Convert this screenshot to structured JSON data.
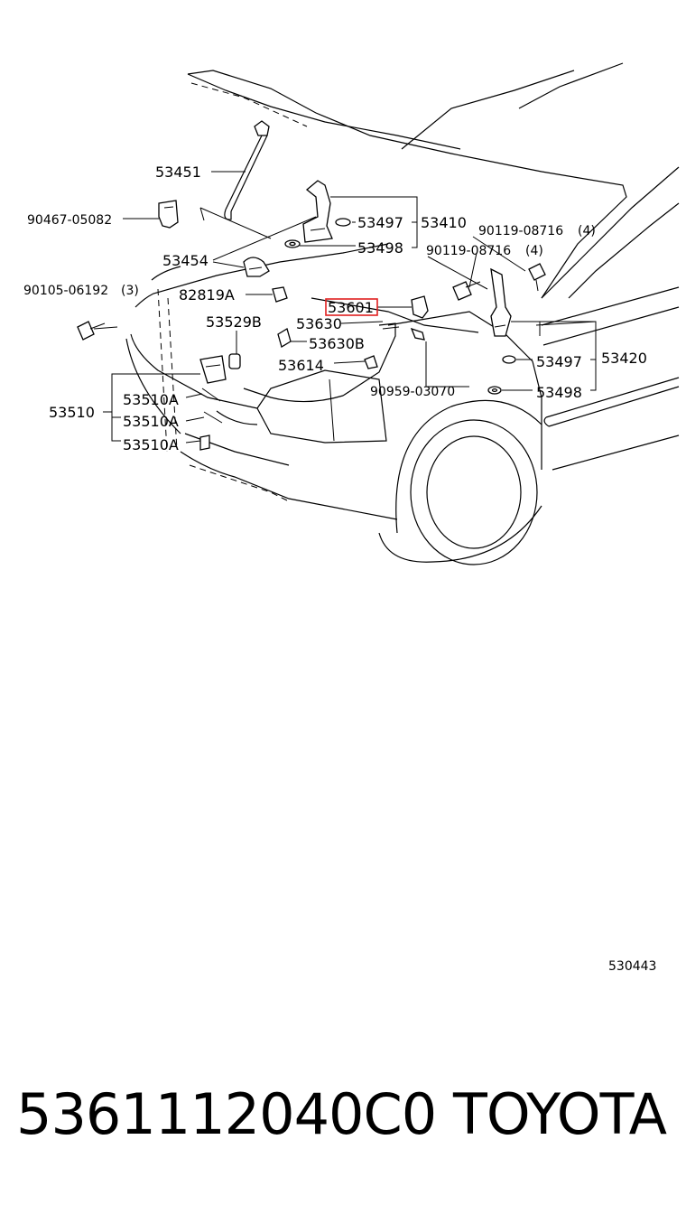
{
  "diagram": {
    "part_labels": {
      "p53451": "53451",
      "p90467_05082": "90467-05082",
      "p53497_top": "53497",
      "p53410": "53410",
      "p53498_top": "53498",
      "p90119_08716_a": "90119-08716",
      "p90119_08716_a_qty": "(4)",
      "p90119_08716_b": "90119-08716",
      "p90119_08716_b_qty": "(4)",
      "p53454": "53454",
      "p90105_06192": "90105-06192",
      "p90105_06192_qty": "(3)",
      "p82819A": "82819A",
      "p53601": "53601",
      "p53529B": "53529B",
      "p53630": "53630",
      "p53630B": "53630B",
      "p53614": "53614",
      "p90959_03070": "90959-03070",
      "p53497_right": "53497",
      "p53420": "53420",
      "p53498_right": "53498",
      "p53510": "53510",
      "p53510A_1": "53510A",
      "p53510A_2": "53510A",
      "p53510A_3": "53510A"
    },
    "highlighted_part": "53601",
    "highlight_color": "#e02020",
    "figure_code": "530443"
  },
  "footer": {
    "part_number": "5361112040C0",
    "brand": "TOYOTA"
  }
}
